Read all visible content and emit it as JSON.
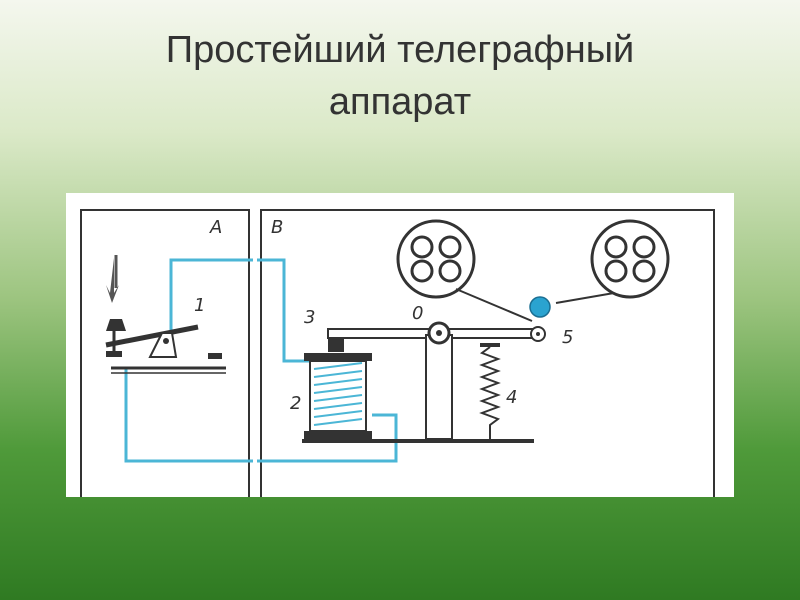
{
  "slide": {
    "title_line1": "Простейший телеграфный",
    "title_line2": "аппарат"
  },
  "diagram": {
    "panel_a_label": "A",
    "panel_b_label": "B",
    "labels": {
      "key": "1",
      "coil": "2",
      "armature": "3",
      "spring": "4",
      "wheel": "5",
      "pivot": "0"
    },
    "colors": {
      "wire": "#4bb6d6",
      "ink_wheel": "#2aa3d0",
      "line": "#333333",
      "coil": "#4bb6d6"
    }
  }
}
